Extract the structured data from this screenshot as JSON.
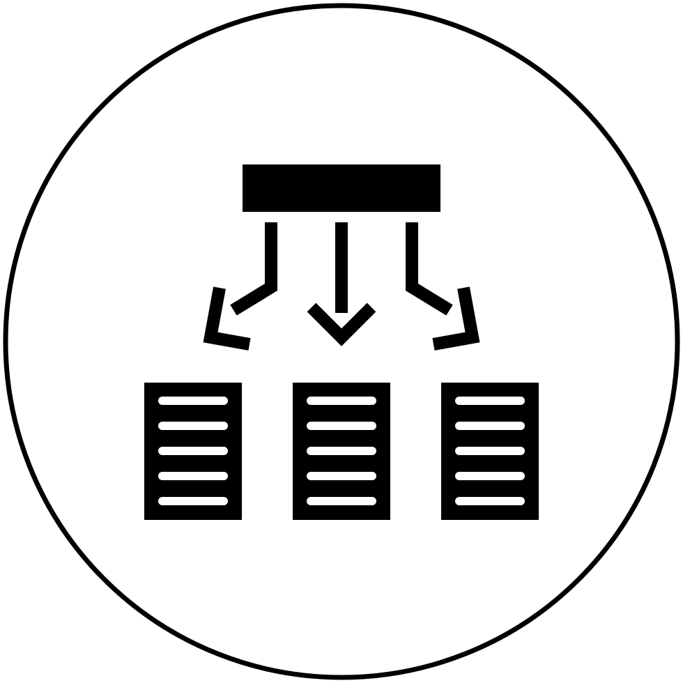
{
  "icon": {
    "name": "data-distribution-icon",
    "foreground_color": "#000000",
    "background_color": "#ffffff",
    "document_count": 3,
    "lines_per_document": 5,
    "arrow_count": 3
  }
}
